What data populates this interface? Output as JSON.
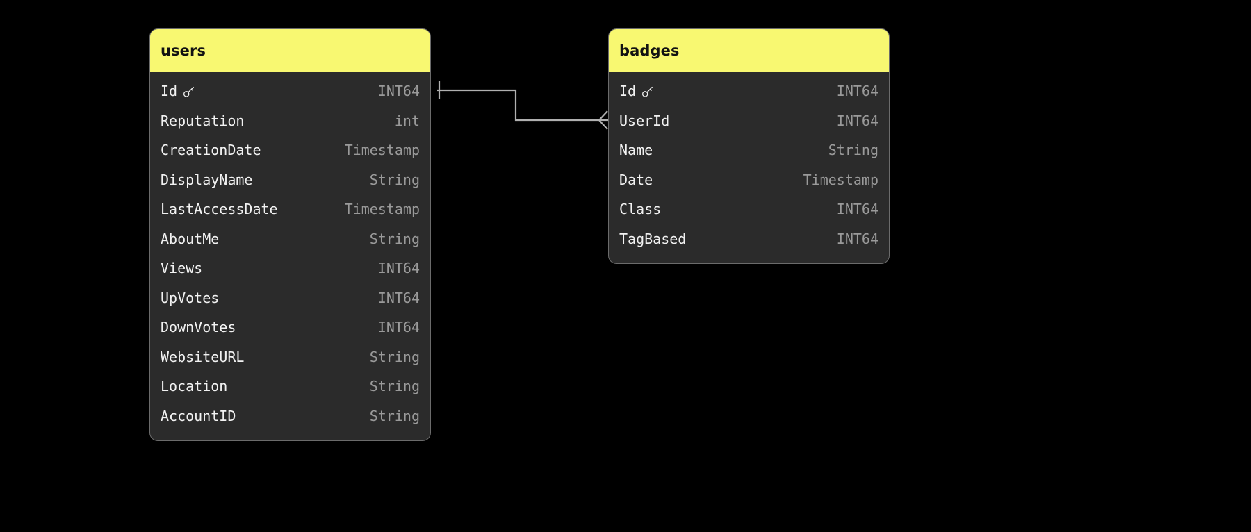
{
  "diagram": {
    "type": "entity-relationship-diagram",
    "background_color": "#000000",
    "header_color": "#f8f871",
    "card_color": "#2b2b2b",
    "name_color": "#f2f2f2",
    "type_color": "#9a9a9a",
    "connector_color": "#b0b0b0"
  },
  "entities": [
    {
      "name": "users",
      "key_icon": "key-icon",
      "fields": [
        {
          "name": "Id",
          "type": "INT64",
          "primary_key": true
        },
        {
          "name": "Reputation",
          "type": "int",
          "primary_key": false
        },
        {
          "name": "CreationDate",
          "type": "Timestamp",
          "primary_key": false
        },
        {
          "name": "DisplayName",
          "type": "String",
          "primary_key": false
        },
        {
          "name": "LastAccessDate",
          "type": "Timestamp",
          "primary_key": false
        },
        {
          "name": "AboutMe",
          "type": "String",
          "primary_key": false
        },
        {
          "name": "Views",
          "type": "INT64",
          "primary_key": false
        },
        {
          "name": "UpVotes",
          "type": "INT64",
          "primary_key": false
        },
        {
          "name": "DownVotes",
          "type": "INT64",
          "primary_key": false
        },
        {
          "name": "WebsiteURL",
          "type": "String",
          "primary_key": false
        },
        {
          "name": "Location",
          "type": "String",
          "primary_key": false
        },
        {
          "name": "AccountID",
          "type": "String",
          "primary_key": false
        }
      ]
    },
    {
      "name": "badges",
      "key_icon": "key-icon",
      "fields": [
        {
          "name": "Id",
          "type": "INT64",
          "primary_key": true
        },
        {
          "name": "UserId",
          "type": "INT64",
          "primary_key": false
        },
        {
          "name": "Name",
          "type": "String",
          "primary_key": false
        },
        {
          "name": "Date",
          "type": "Timestamp",
          "primary_key": false
        },
        {
          "name": "Class",
          "type": "INT64",
          "primary_key": false
        },
        {
          "name": "TagBased",
          "type": "INT64",
          "primary_key": false
        }
      ]
    }
  ],
  "relationships": [
    {
      "from_entity": "users",
      "from_field": "Id",
      "from_cardinality": "one",
      "to_entity": "badges",
      "to_field": "UserId",
      "to_cardinality": "many"
    }
  ]
}
